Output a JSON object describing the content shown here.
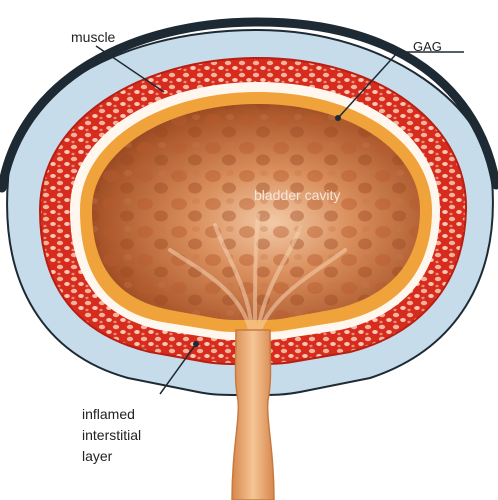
{
  "labels": {
    "muscle": "muscle",
    "gag": "GAG",
    "bladder_cavity": "bladder cavity",
    "inflamed_line1": "inflamed",
    "inflamed_line2": "interstitial",
    "inflamed_line3": "layer"
  },
  "colors": {
    "background": "#ffffff",
    "outer_wall": "#c7dcea",
    "outline": "#1e2a33",
    "interstitial_red": "#d72b1e",
    "interstitial_cells": "#f0b7a2",
    "gag_white": "#fff6ee",
    "gag_orange": "#f0a23b",
    "cavity_light": "#e6a278",
    "cavity_dark": "#8a3f17",
    "urethra": "#e9a670"
  }
}
